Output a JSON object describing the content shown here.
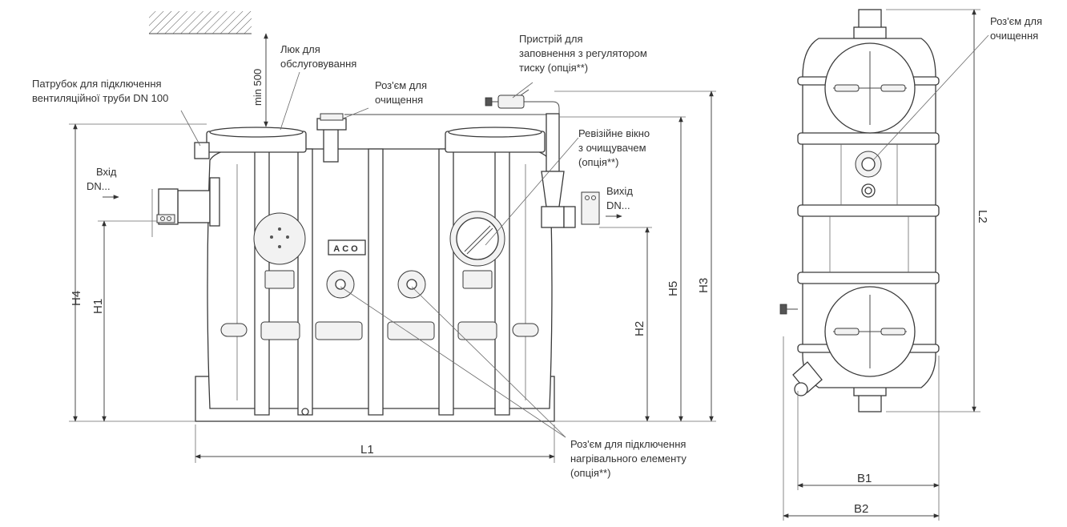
{
  "labels": {
    "vent_pipe": [
      "Патрубок для підключення",
      "вентиляційної труби DN 100"
    ],
    "service_hatch": [
      "Люк для",
      "обслуговування"
    ],
    "min_clearance": "min 500",
    "cleaning_port": [
      "Роз'єм для",
      "очищення"
    ],
    "filling_device": [
      "Пристрій для",
      "заповнення з регулятором",
      "тиску (опція**)"
    ],
    "inspection_window": [
      "Ревізійне вікно",
      "з очищувачем",
      "(опція**)"
    ],
    "inlet": [
      "Вхід",
      "DN..."
    ],
    "outlet": [
      "Вихід",
      "DN..."
    ],
    "heater_connection": [
      "Роз'єм для підключення",
      "нагрівального елементу",
      "(опція**)"
    ],
    "top_cleaning_port": [
      "Роз'єм для",
      "очищення"
    ],
    "brand": "ACO"
  },
  "dimensions": {
    "h1": "H1",
    "h2": "H2",
    "h3": "H3",
    "h4": "H4",
    "h5": "H5",
    "l1": "L1",
    "l2": "L2",
    "b1": "B1",
    "b2": "B2"
  },
  "colors": {
    "line": "#3a3a3a",
    "text": "#333333",
    "background": "#ffffff"
  }
}
